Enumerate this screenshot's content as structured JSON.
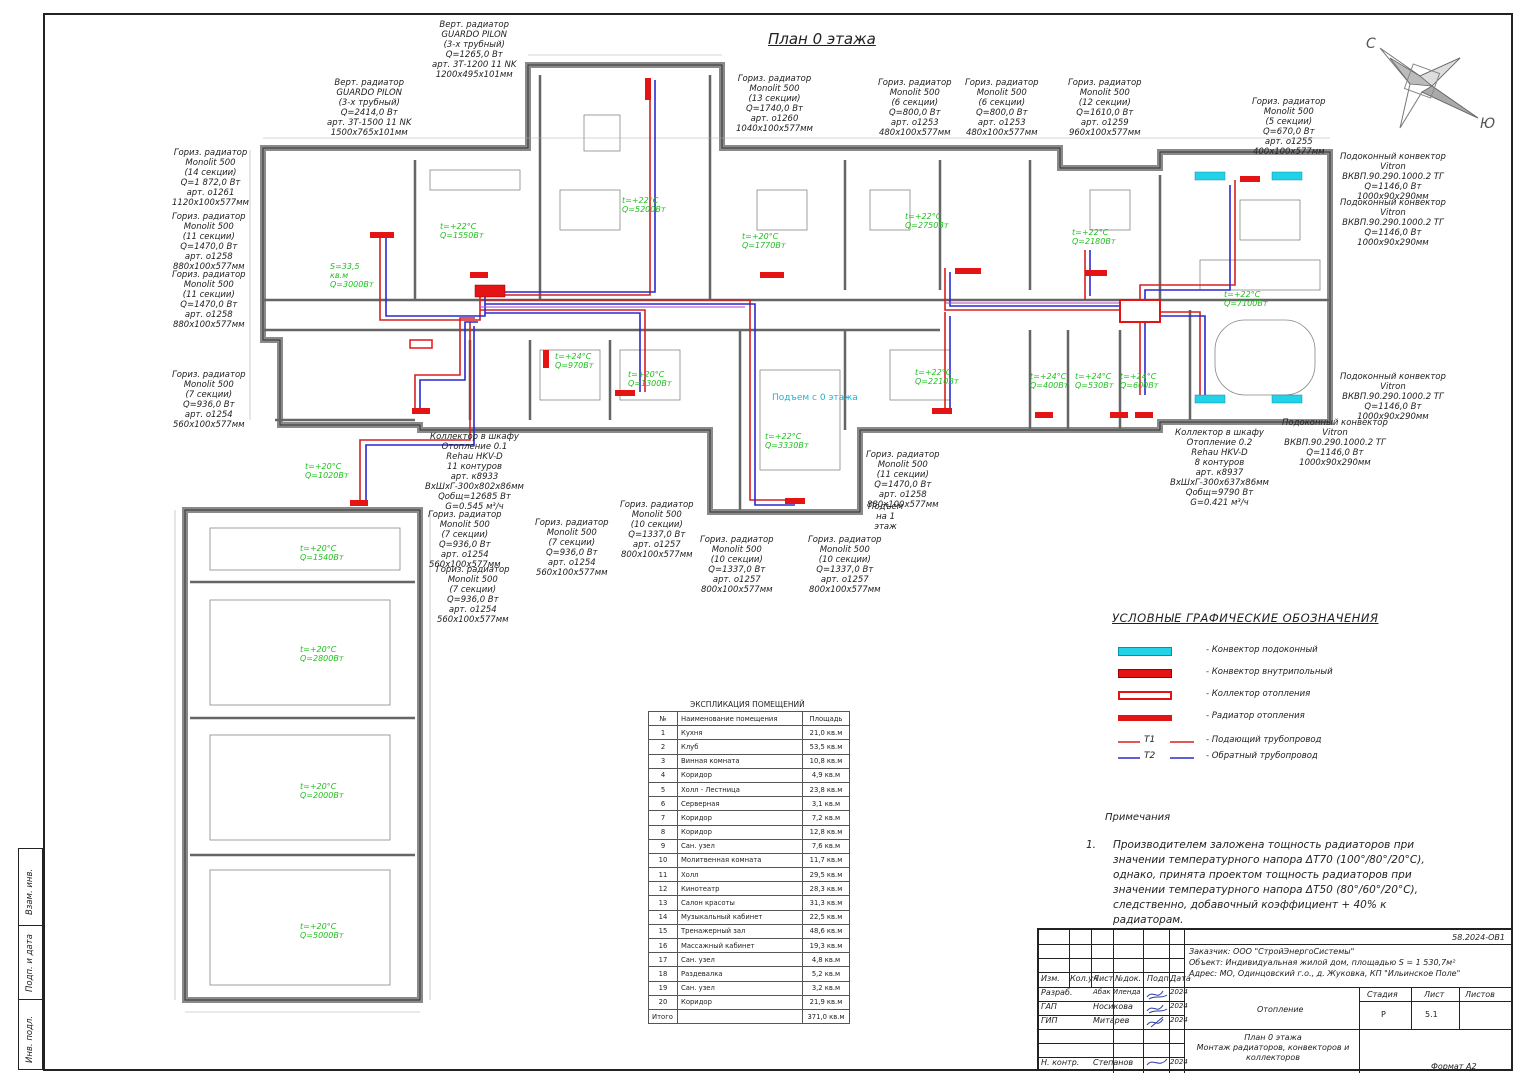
{
  "title": "План 0 этажа",
  "legend": {
    "title": "УСЛОВНЫЕ ГРАФИЧЕСКИЕ ОБОЗНАЧЕНИЯ",
    "items": [
      {
        "label": "- Конвектор подоконный",
        "color": "#22d3e8"
      },
      {
        "label": "- Конвектор внутрипольный",
        "color": "#e41414"
      },
      {
        "label": "- Коллектор отопления",
        "color": "#e41414"
      },
      {
        "label": "- Радиатор отопления",
        "color": "#e41414"
      },
      {
        "code": "Т1",
        "label": "- Подающий трубопровод",
        "color": "#d62020"
      },
      {
        "code": "Т2",
        "label": "- Обратный трубопровод",
        "color": "#2a2ad0"
      }
    ]
  },
  "notes": {
    "head": "Примечания",
    "num": "1.",
    "text": "Производителем заложена тощность радиаторов при значении температурного напора ΔТ70 (100°/80°/20°С), однако, принята проектом тощность радиаторов при значении температурного напора ΔТ50 (80°/60°/20°С), следственно, добавочный коэффициент + 40% к радиаторам."
  },
  "explication": {
    "caption": "ЭКСПЛИКАЦИЯ ПОМЕЩЕНИЙ",
    "headers": [
      "№",
      "Наименование помещения",
      "Площадь"
    ],
    "rows": [
      [
        "1",
        "Кухня",
        "21,0 кв.м"
      ],
      [
        "2",
        "Клуб",
        "53,5 кв.м"
      ],
      [
        "3",
        "Винная комната",
        "10,8 кв.м"
      ],
      [
        "4",
        "Коридор",
        "4,9 кв.м"
      ],
      [
        "5",
        "Холл - Лестница",
        "23,8 кв.м"
      ],
      [
        "6",
        "Серверная",
        "3,1 кв.м"
      ],
      [
        "7",
        "Коридор",
        "7,2 кв.м"
      ],
      [
        "8",
        "Коридор",
        "12,8 кв.м"
      ],
      [
        "9",
        "Сан. узел",
        "7,6 кв.м"
      ],
      [
        "10",
        "Молитвенная комната",
        "11,7 кв.м"
      ],
      [
        "11",
        "Холл",
        "29,5 кв.м"
      ],
      [
        "12",
        "Кинотеатр",
        "28,3 кв.м"
      ],
      [
        "13",
        "Салон красоты",
        "31,3 кв.м"
      ],
      [
        "14",
        "Музыкальный кабинет",
        "22,5 кв.м"
      ],
      [
        "15",
        "Тренажерный зал",
        "48,6 кв.м"
      ],
      [
        "16",
        "Массажный кабинет",
        "19,3 кв.м"
      ],
      [
        "17",
        "Сан. узел",
        "4,8 кв.м"
      ],
      [
        "18",
        "Раздевалка",
        "5,2 кв.м"
      ],
      [
        "19",
        "Сан. узел",
        "3,2 кв.м"
      ],
      [
        "20",
        "Коридор",
        "21,9 кв.м"
      ]
    ],
    "total_label": "Итого",
    "total_value": "371,0 кв.м"
  },
  "stamp": {
    "code": "58.2024-ОВ1",
    "customer": "Заказчик: ООО \"СтройЭнергоСистемы\"",
    "object": "Объект: Индивидуальная жилой дом, площадью S = 1 530,7м²",
    "address": "Адрес: МО, Одинцовский г.о., д. Жуковка, КП \"Ильинское Поле\"",
    "col_heads": [
      "Изм.",
      "Кол.уч",
      "Лист",
      "№док.",
      "Подп.",
      "Дата"
    ],
    "people": [
      {
        "role": "Разраб.",
        "name": "Абак Иленда",
        "date": "2024"
      },
      {
        "role": "ГАП",
        "name": "Носикова",
        "date": "2024"
      },
      {
        "role": "ГИП",
        "name": "Митарев",
        "date": "2024"
      },
      {
        "role": "Н. контр.",
        "name": "Степанов",
        "date": "2024"
      }
    ],
    "section": "Отопление",
    "stage_head": "Стадия",
    "sheet_head": "Лист",
    "sheets_head": "Листов",
    "stage": "Р",
    "sheet": "5.1",
    "sheet_title": "План 0 этажа\nМонтаж радиаторов, конвекторов и\nколлекторов",
    "format": "Формат А2"
  },
  "side_stamp": [
    "Взам. инв.",
    "Подп. и дата",
    "Инв. подл."
  ],
  "compass": {
    "letters": [
      "С",
      "Ю"
    ]
  },
  "annotations": [
    "Верт. радиатор\nGUARDO PILON\n(3-х трубный)\nQ=1265,0 Вт\nарт. 3Т-1200 11 NK\n1200x495x101мм",
    "Верт. радиатор\nGUARDO PILON\n(3-х трубный)\nQ=2414,0 Вт\nарт. 3Т-1500 11 NK\n1500x765x101мм",
    "Гориз. радиатор\nMonolit 500\n(14 секции)\nQ=1 872,0 Вт\nарт. о1261\n1120x100x577мм",
    "Гориз. радиатор\nMonolit 500\n(11 секции)\nQ=1470,0 Вт\nарт. о1258\n880x100x577мм",
    "Гориз. радиатор\nMonolit 500\n(11 секции)\nQ=1470,0 Вт\nарт. о1258\n880x100x577мм",
    "Гориз. радиатор\nMonolit 500\n(7 секции)\nQ=936,0 Вт\nарт. о1254\n560x100x577мм",
    "Гориз. радиатор\nMonolit 500\n(13 секции)\nQ=1740,0 Вт\nарт. о1260\n1040x100x577мм",
    "Гориз. радиатор\nMonolit 500\n(6 секции)\nQ=800,0 Вт\nарт. о1253\n480x100x577мм",
    "Гориз. радиатор\nMonolit 500\n(6 секции)\nQ=800,0 Вт\nарт. о1253\n480x100x577мм",
    "Гориз. радиатор\nMonolit 500\n(12 секции)\nQ=1610,0 Вт\nарт. о1259\n960x100x577мм",
    "Гориз. радиатор\nMonolit 500\n(5 секции)\nQ=670,0 Вт\nарт. о1255\n400x100x577мм",
    "Подоконный конвектор\nVitron\nВКВП.90.290.1000.2 ТГ\nQ=1146,0 Вт\n1000x90x290мм",
    "Подоконный конвектор\nVitron\nВКВП.90.290.1000.2 ТГ\nQ=1146,0 Вт\n1000x90x290мм",
    "Подоконный конвектор\nVitron\nВКВП.90.290.1000.2 ТГ\nQ=1146,0 Вт\n1000x90x290мм",
    "Подоконный конвектор\nVitron\nВКВП.90.290.1000.2 ТГ\nQ=1146,0 Вт\n1000x90x290мм",
    "Коллектор в шкафу\nОтопление 0.1\nRehau HKV-D\n11 контуров\nарт. к8933\nВхШхГ-300x802x86мм\nQобщ=12685 Вт\nG=0.545 м³/ч",
    "Коллектор в шкафу\nОтопление 0.2\nRehau HKV-D\n8 контуров\nарт. к8937\nВхШхГ-300x637x86мм\nQобщ=9790 Вт\nG=0.421 м³/ч",
    "Гориз. радиатор\nMonolit 500\n(7 секции)\nQ=936,0 Вт\nарт. о1254\n560x100x577мм",
    "Гориз. радиатор\nMonolit 500\n(7 секции)\nQ=936,0 Вт\nарт. о1254\n560x100x577мм",
    "Гориз. радиатор\nMonolit 500\n(10 секции)\nQ=1337,0 Вт\nарт. о1257\n800x100x577мм",
    "Гориз. радиатор\nMonolit 500\n(10 секции)\nQ=1337,0 Вт\nарт. о1257\n800x100x577мм",
    "Гориз. радиатор\nMonolit 500\n(10 секции)\nQ=1337,0 Вт\nарт. о1257\n800x100x577мм",
    "Гориз. радиатор\nMonolit 500\n(11 секции)\nQ=1470,0 Вт\nарт. о1258\n880x100x577мм",
    "Гориз. радиатор\nMonolit 500\n(7 секции)\nQ=936,0 Вт\nарт. о1254\n560x100x577мм",
    "Подъем\nна 1\nэтаж"
  ],
  "room_loads": [
    "t=+22°C Q=1550Вт",
    "t=+22°C Q=5200Вт",
    "t=+20°C Q=1770Вт",
    "t=+22°C Q=2750Вт",
    "t=+22°C Q=2180Вт",
    "t=+22°C Q=7100Вт",
    "S=33,5 кв.м Q=3000Вт",
    "t=+24°C Q=970Вт",
    "t=+20°C Q=1300Вт",
    "t=+22°C Q=3330Вт",
    "t=+22°C Q=2210Вт",
    "t=+24°C Q=400Вт",
    "t=+24°C Q=530Вт",
    "t=+24°C Q=600Вт",
    "t=+20°C Q=1020Вт",
    "t=+20°C Q=1540Вт",
    "t=+20°C Q=2800Вт",
    "t=+20°C Q=2000Вт",
    "t=+20°C Q=5000Вт"
  ],
  "cyan_label": "Подъем с 0 этажа"
}
